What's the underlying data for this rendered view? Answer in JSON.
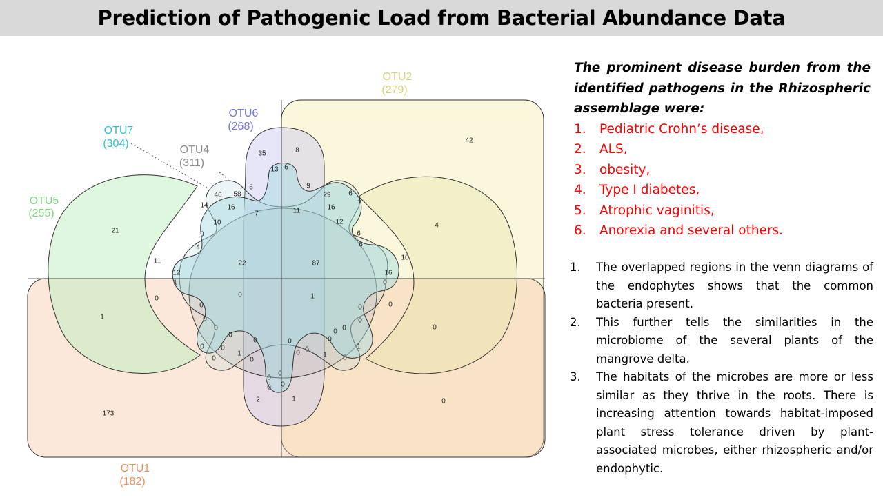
{
  "header": {
    "title": "Prediction of Pathogenic Load from Bacterial Abundance Data"
  },
  "venn": {
    "sets": [
      {
        "label": "OTU1",
        "size": "(182)",
        "color": "#e8915a"
      },
      {
        "label": "OTU2",
        "size": "(279)",
        "color": "#d8d27a"
      },
      {
        "label": "OTU4",
        "size": "(311)",
        "color": "#8c8c8c"
      },
      {
        "label": "OTU5",
        "size": "(255)",
        "color": "#7ed67e"
      },
      {
        "label": "OTU6",
        "size": "(268)",
        "color": "#6f74d8"
      },
      {
        "label": "OTU7",
        "size": "(304)",
        "color": "#2ec4cc"
      }
    ],
    "counts": [
      "42",
      "35",
      "8",
      "13",
      "6",
      "58",
      "46",
      "6",
      "9",
      "29",
      "6",
      "14",
      "16",
      "16",
      "7",
      "7",
      "21",
      "10",
      "11",
      "12",
      "4",
      "9",
      "6",
      "4",
      "6",
      "11",
      "22",
      "87",
      "10",
      "12",
      "16",
      "1",
      "0",
      "1",
      "1",
      "0",
      "0",
      "0",
      "0",
      "0",
      "0",
      "0",
      "0",
      "0",
      "0",
      "0",
      "0",
      "0",
      "0",
      "0",
      "0",
      "0",
      "1",
      "0",
      "0",
      "0",
      "0",
      "0",
      "0",
      "1",
      "0",
      "0",
      "0",
      "0",
      "1",
      "2",
      "1",
      "173",
      "0",
      "0"
    ]
  },
  "right_panel": {
    "intro": "The prominent disease burden from the identified pathogens in the Rhizospheric assemblage were:",
    "diseases": [
      {
        "num": "1.",
        "text": "Pediatric Crohn’s disease,"
      },
      {
        "num": "2.",
        "text": "ALS,"
      },
      {
        "num": "3.",
        "text": "obesity,"
      },
      {
        "num": "4.",
        "text": "Type I diabetes,"
      },
      {
        "num": "5.",
        "text": "Atrophic vaginitis,"
      },
      {
        "num": "6.",
        "text": "Anorexia and several others."
      }
    ],
    "notes": [
      {
        "num": "1.",
        "text": "The overlapped regions in the venn diagrams of the endophytes shows that the common bacteria present."
      },
      {
        "num": "2.",
        "text": "This further tells the similarities in the microbiome of the several plants of the mangrove delta."
      },
      {
        "num": "3.",
        "text": "The habitats of the microbes are more or less similar as they thrive in the roots. There is increasing attention towards habitat-imposed plant stress tolerance driven by plant-associated microbes, either rhizospheric and/or endophytic."
      }
    ]
  }
}
